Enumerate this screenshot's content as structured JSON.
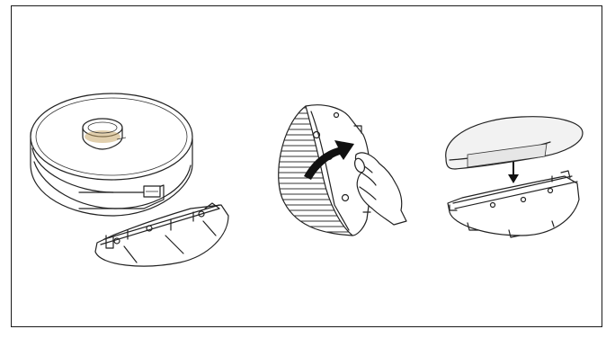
{
  "figure": {
    "panels": [
      {
        "id": "robot-and-mop-bracket"
      },
      {
        "id": "attach-bracket-with-hand"
      },
      {
        "id": "mop-pad-onto-bracket"
      }
    ],
    "colors": {
      "line": "#222222",
      "background": "#ffffff",
      "pad_fill": "#f2f2f2",
      "arrow": "#111111"
    }
  }
}
